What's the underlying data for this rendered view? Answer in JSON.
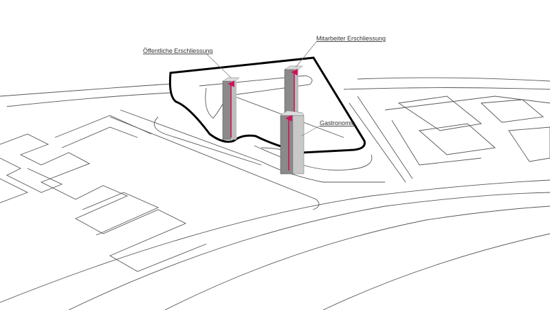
{
  "labels": {
    "public_access": "Öffentliche Erschliessung",
    "staff_access": "Mitarbeiter Erschliessung",
    "gastronomy": "Gastronomie"
  },
  "colors": {
    "arrow": "#d0105a",
    "core_dark": "#8a8a8a",
    "core_light": "#bdbdbd",
    "outline": "#000000",
    "context_lines": "#555555"
  }
}
